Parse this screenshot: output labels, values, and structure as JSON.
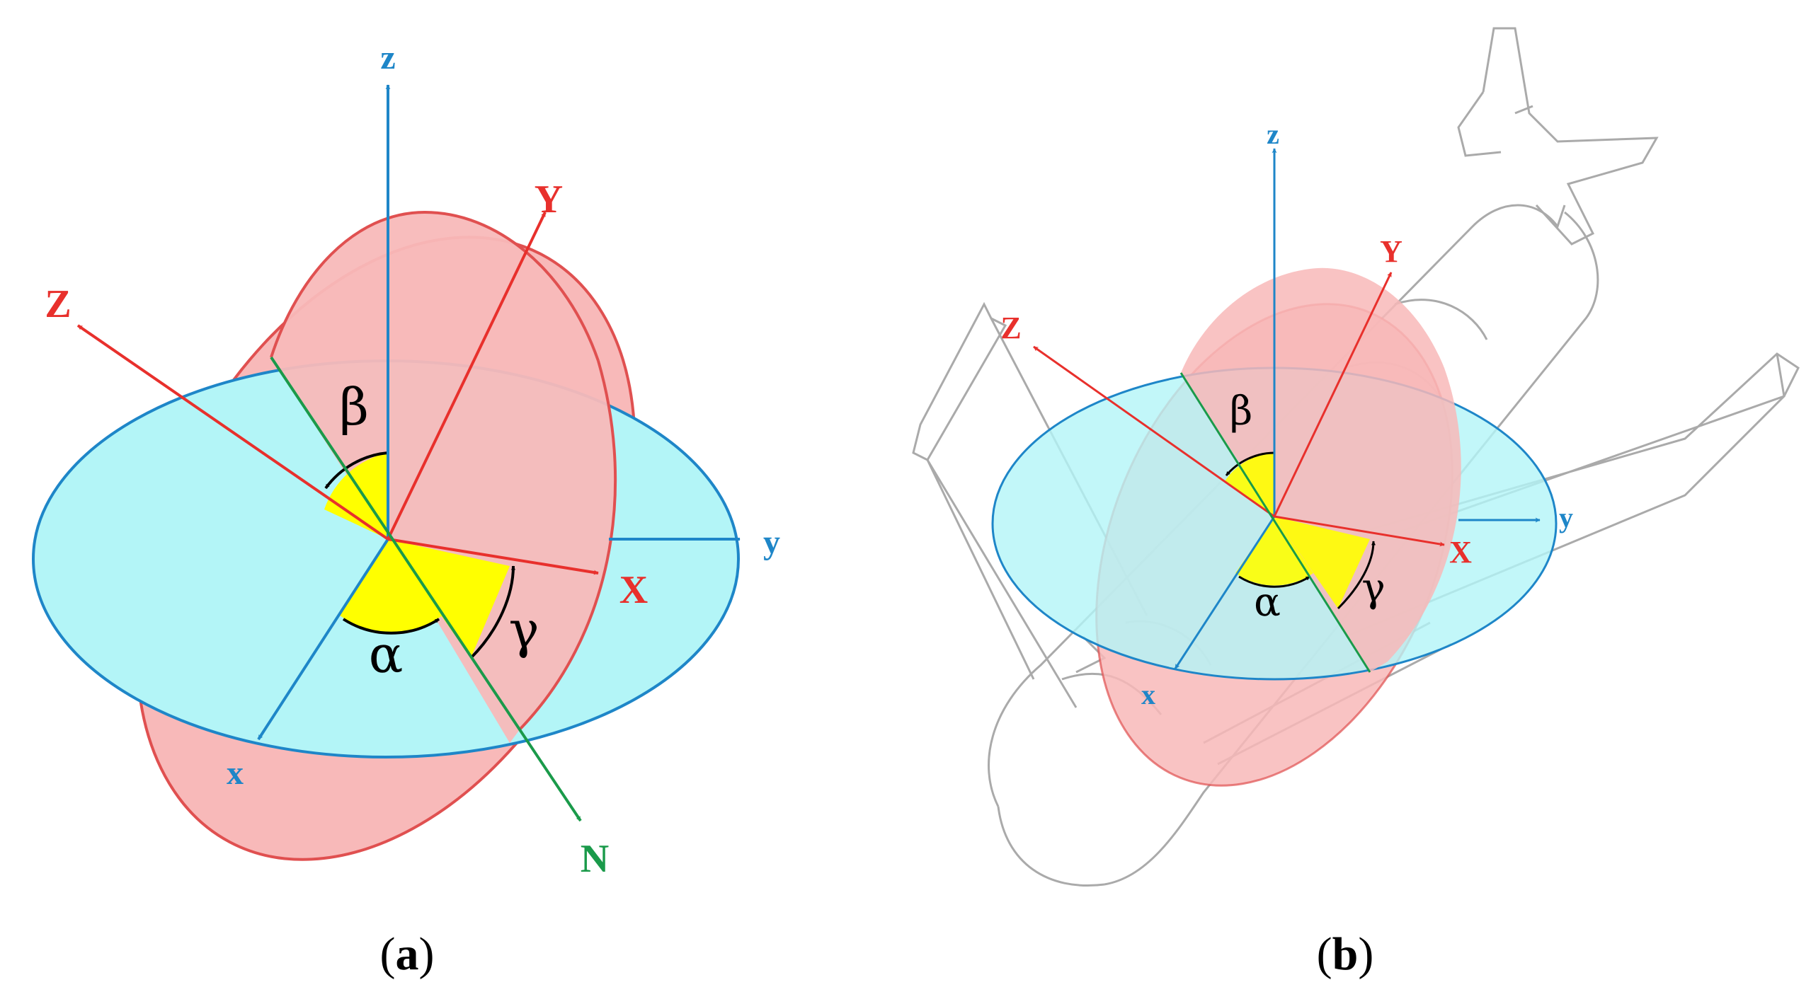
{
  "colors": {
    "fixed_frame": "#1e86c8",
    "rotated_frame": "#e8302c",
    "node_line": "#1a9a4a",
    "fixed_plane_fill": "#b3f5f7",
    "rotated_plane_fill": "#f8b9b9",
    "angle_fill": "#ffff00",
    "aircraft_outline": "#aaaaaa"
  },
  "panel_a": {
    "axes_fixed": {
      "x": "x",
      "y": "y",
      "z": "z"
    },
    "axes_rotated": {
      "X": "X",
      "Y": "Y",
      "Z": "Z"
    },
    "node_line": "N",
    "angles": {
      "alpha": "α",
      "beta": "β",
      "gamma": "γ"
    },
    "caption_open": "(",
    "caption_letter": "a",
    "caption_close": ")"
  },
  "panel_b": {
    "axes_fixed": {
      "x": "x",
      "y": "y",
      "z": "z"
    },
    "axes_rotated": {
      "X": "X",
      "Y": "Y",
      "Z": "Z"
    },
    "angles": {
      "alpha": "α",
      "beta": "β",
      "gamma": "γ"
    },
    "caption_open": "(",
    "caption_letter": "b",
    "caption_close": ")"
  }
}
